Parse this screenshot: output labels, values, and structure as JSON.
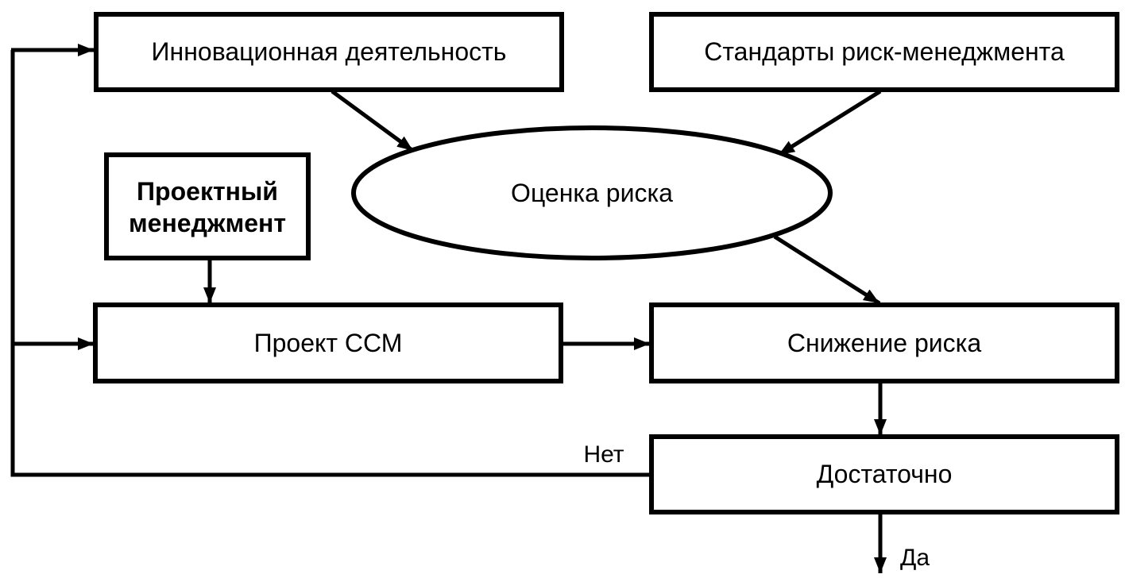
{
  "diagram": {
    "type": "flowchart",
    "nodes": {
      "innovation": {
        "label": "Инновационная деятельность",
        "shape": "rectangle"
      },
      "standards": {
        "label": "Стандарты риск-менеджмента",
        "shape": "rectangle"
      },
      "risk_assessment": {
        "label": "Оценка риска",
        "shape": "ellipse"
      },
      "project_management": {
        "label_line1": "Проектный",
        "label_line2": "менеджмент",
        "shape": "rectangle",
        "bold": true
      },
      "project_ssm": {
        "label": "Проект ССМ",
        "shape": "rectangle"
      },
      "risk_reduction": {
        "label": "Снижение риска",
        "shape": "rectangle"
      },
      "sufficient": {
        "label": "Достаточно",
        "shape": "rectangle"
      }
    },
    "edges": [
      {
        "from": "innovation",
        "to": "risk_assessment"
      },
      {
        "from": "standards",
        "to": "risk_assessment"
      },
      {
        "from": "risk_assessment",
        "to": "risk_reduction"
      },
      {
        "from": "project_management",
        "to": "project_ssm"
      },
      {
        "from": "project_ssm",
        "to": "risk_reduction"
      },
      {
        "from": "risk_reduction",
        "to": "sufficient"
      },
      {
        "from": "sufficient",
        "to": "innovation",
        "label": "Нет"
      },
      {
        "from": "sufficient",
        "to": "project_ssm",
        "label": "Нет"
      },
      {
        "from": "sufficient",
        "to": "exit",
        "label": "Да"
      }
    ],
    "labels": {
      "no": "Нет",
      "yes": "Да"
    }
  }
}
